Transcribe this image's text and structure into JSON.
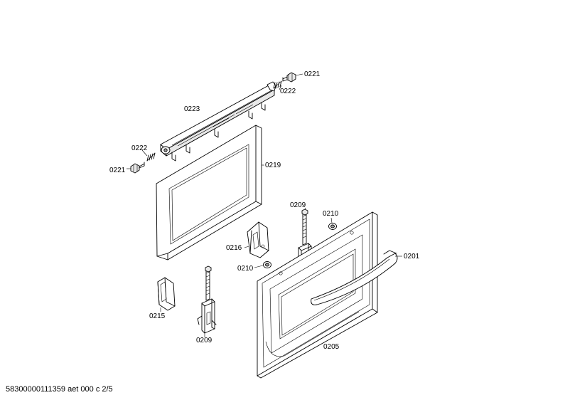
{
  "labels": {
    "p0221_top": "0221",
    "p0222_top": "0222",
    "p0223": "0223",
    "p0222_left": "0222",
    "p0221_left": "0221",
    "p0219": "0219",
    "p0209_top": "0209",
    "p0210_top": "0210",
    "p0216": "0216",
    "p0210_mid": "0210",
    "p0201": "0201",
    "p0215": "0215",
    "p0209_bottom": "0209",
    "p0205": "0205"
  },
  "footer": {
    "code": "58300000111359 aet 000 c 2/5"
  }
}
